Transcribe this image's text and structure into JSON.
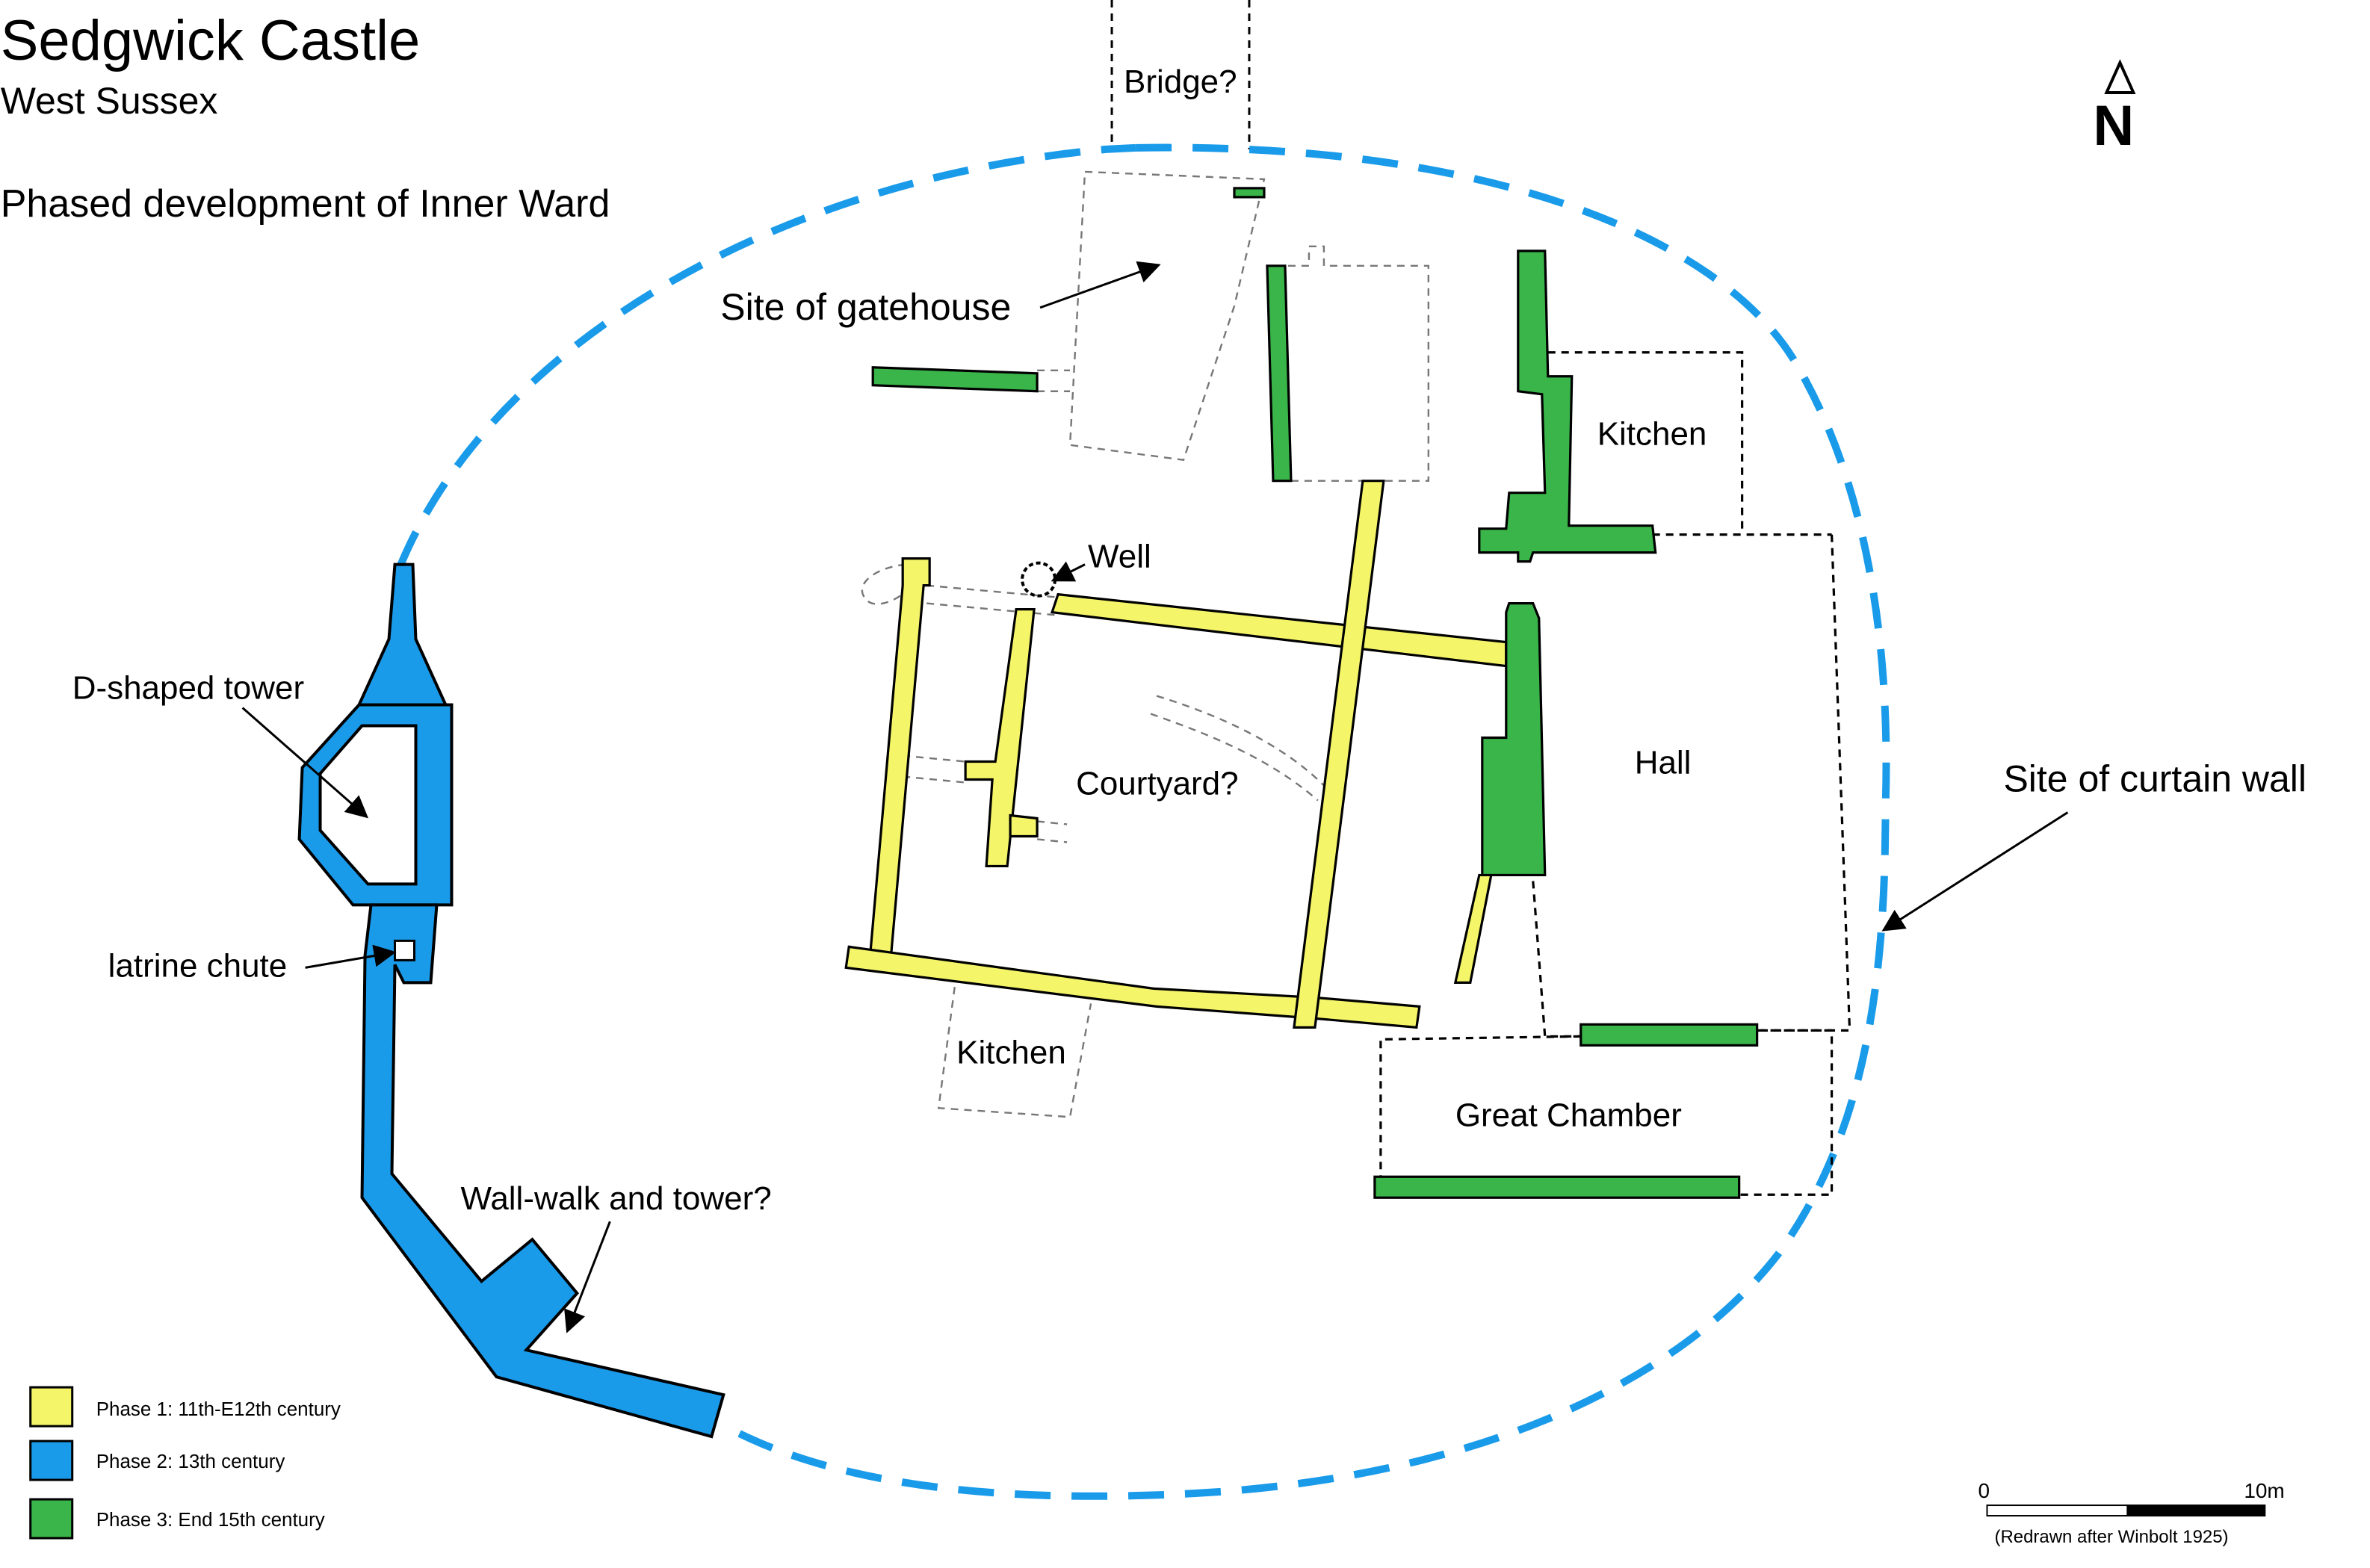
{
  "header": {
    "title": "Sedgwick Castle",
    "subtitle": "West Sussex",
    "caption": "Phased development of Inner Ward"
  },
  "compass": {
    "label": "N"
  },
  "labels": {
    "bridge": "Bridge?",
    "gatehouse": "Site of gatehouse",
    "kitchen_ne": "Kitchen",
    "well": "Well",
    "d_tower": "D-shaped tower",
    "courtyard": "Courtyard?",
    "hall": "Hall",
    "curtain_wall": "Site of curtain wall",
    "latrine": "latrine chute",
    "kitchen_s": "Kitchen",
    "great_chamber": "Great Chamber",
    "wall_walk": "Wall-walk and tower?"
  },
  "legend": [
    {
      "label": "Phase 1: 11th-E12th century",
      "color": "#f5f56a"
    },
    {
      "label": "Phase 2: 13th century",
      "color": "#1a9bea"
    },
    {
      "label": "Phase 3: End 15th century",
      "color": "#3ab54a"
    }
  ],
  "scale": {
    "start": "0",
    "end": "10m",
    "credit": "(Redrawn after Winbolt 1925)"
  },
  "colors": {
    "phase1": "#f5f56a",
    "phase2": "#1a9bea",
    "phase3": "#3ab54a",
    "curtain": "#1a9bea"
  }
}
